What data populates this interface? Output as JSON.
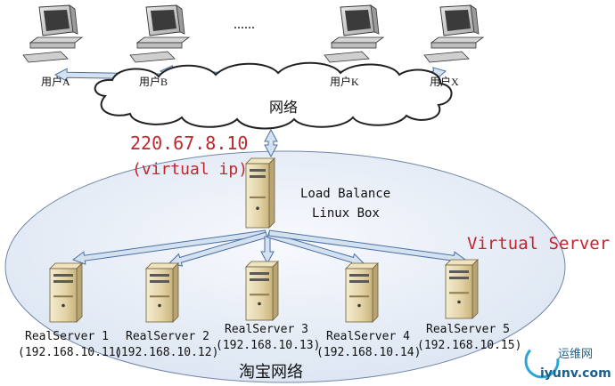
{
  "network_label": "网络",
  "dots": "......",
  "vip": {
    "address": "220.67.8.10",
    "note": "(virtual ip)"
  },
  "load_balancer": {
    "line1": "Load Balance",
    "line2": "Linux Box"
  },
  "virtual_server_label": "Virtual Server",
  "cluster_label": "淘宝网络",
  "users": [
    {
      "label": "用户A"
    },
    {
      "label": "用户B"
    },
    {
      "label": "用户K"
    },
    {
      "label": "用户X"
    }
  ],
  "servers": [
    {
      "name": "RealServer 1",
      "ip": "(192.168.10.11)"
    },
    {
      "name": "RealServer 2",
      "ip": "(192.168.10.12)"
    },
    {
      "name": "RealServer 3",
      "ip": "(192.168.10.13)"
    },
    {
      "name": "RealServer 4",
      "ip": "(192.168.10.14)"
    },
    {
      "name": "RealServer 5",
      "ip": "(192.168.10.15)"
    }
  ],
  "watermark": {
    "cn": "运维网",
    "url": "iyunv.com"
  },
  "colors": {
    "arrow_fill": "#d4e2f0",
    "arrow_stroke": "#4a6fa5",
    "ellipse_fill": "#e9eff8",
    "red_text": "#c0262d"
  }
}
